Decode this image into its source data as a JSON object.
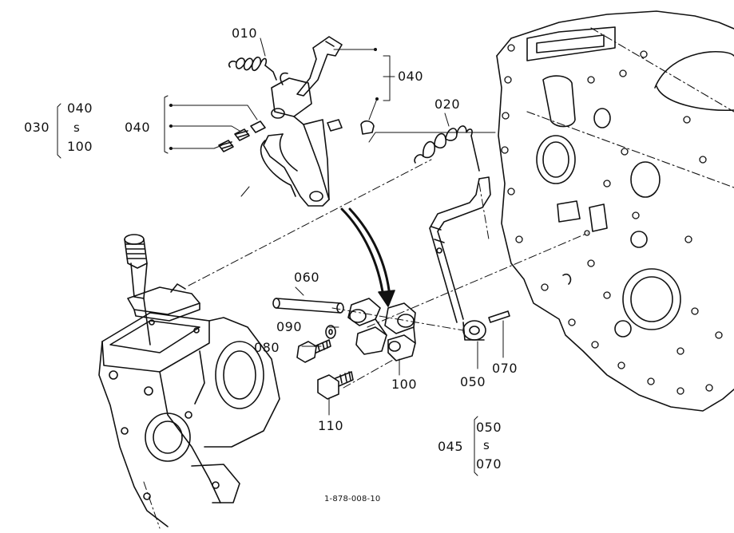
{
  "labels": {
    "p010": "010",
    "p020": "020",
    "p040_right": "040",
    "p040_left": "040",
    "p030": "030",
    "range_top_040": "040",
    "range_sep_1": "s",
    "range_bottom_100": "100",
    "p060": "060",
    "p090": "090",
    "p080": "080",
    "p100": "100",
    "p050": "050",
    "p070": "070",
    "p110": "110",
    "p045": "045",
    "range_top_050": "050",
    "range_sep_2": "s",
    "range_bottom_070": "070",
    "figure_code": "1-878-008-10"
  },
  "colors": {
    "ink": "#111111",
    "paper": "#ffffff"
  }
}
